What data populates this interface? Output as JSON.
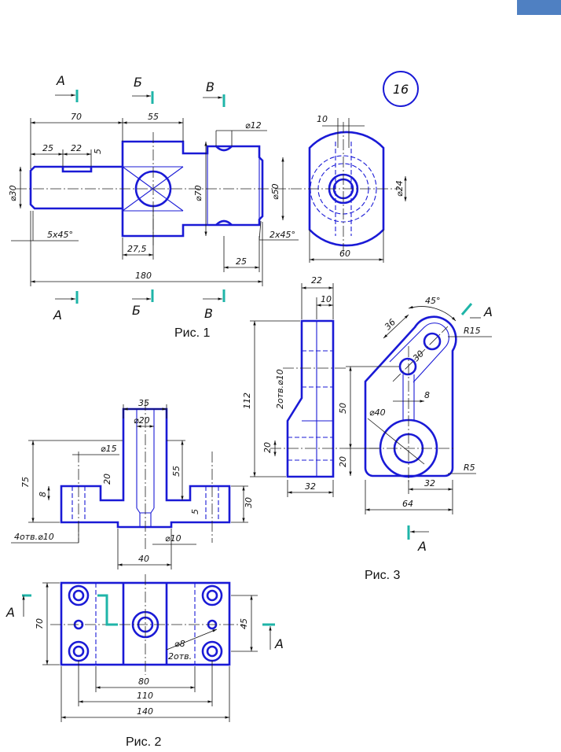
{
  "variant_number": "16",
  "colors": {
    "outline": "#1a1ad6",
    "cut_plane": "#1fb5a8",
    "corner_tab": "#4f80c2"
  },
  "fig1": {
    "caption": "Рис. 1",
    "section_letters": [
      "А",
      "Б",
      "В"
    ],
    "dims": {
      "d70": "70",
      "d55": "55",
      "d12": "⌀12",
      "d10": "10",
      "d25": "25",
      "d22": "22",
      "d5": "5",
      "d30": "⌀30",
      "dia70": "⌀70",
      "dia50": "⌀50",
      "dia24": "⌀24",
      "ch5": "5x45°",
      "ch2": "2x45°",
      "d275": "27,5",
      "d25b": "25",
      "d60": "60",
      "d180": "180"
    }
  },
  "fig2": {
    "caption": "Рис. 2",
    "section_letter": "А",
    "dims": {
      "d35": "35",
      "d20": "⌀20",
      "d15": "⌀15",
      "d75": "75",
      "d55": "55",
      "d8": "8",
      "d20v": "20",
      "d5": "5",
      "d30": "30",
      "holes10": "4отв.⌀10",
      "dia10": "⌀10",
      "d40": "40",
      "d70": "70",
      "d45": "45",
      "dia8": "⌀8",
      "holes2": "2отв.",
      "d80": "80",
      "d110": "110",
      "d140": "140"
    }
  },
  "fig3": {
    "caption": "Рис. 3",
    "section_letter": "А",
    "dims": {
      "d22": "22",
      "d10": "10",
      "d112": "112",
      "holes10": "2отв.⌀10",
      "d20": "20",
      "d32a": "32",
      "a45": "45°",
      "d36": "36",
      "d30": "30",
      "r15": "R15",
      "d50": "50",
      "d8": "8",
      "dia40": "⌀40",
      "d20b": "20",
      "d32b": "32",
      "r5": "R5",
      "d64": "64"
    }
  }
}
